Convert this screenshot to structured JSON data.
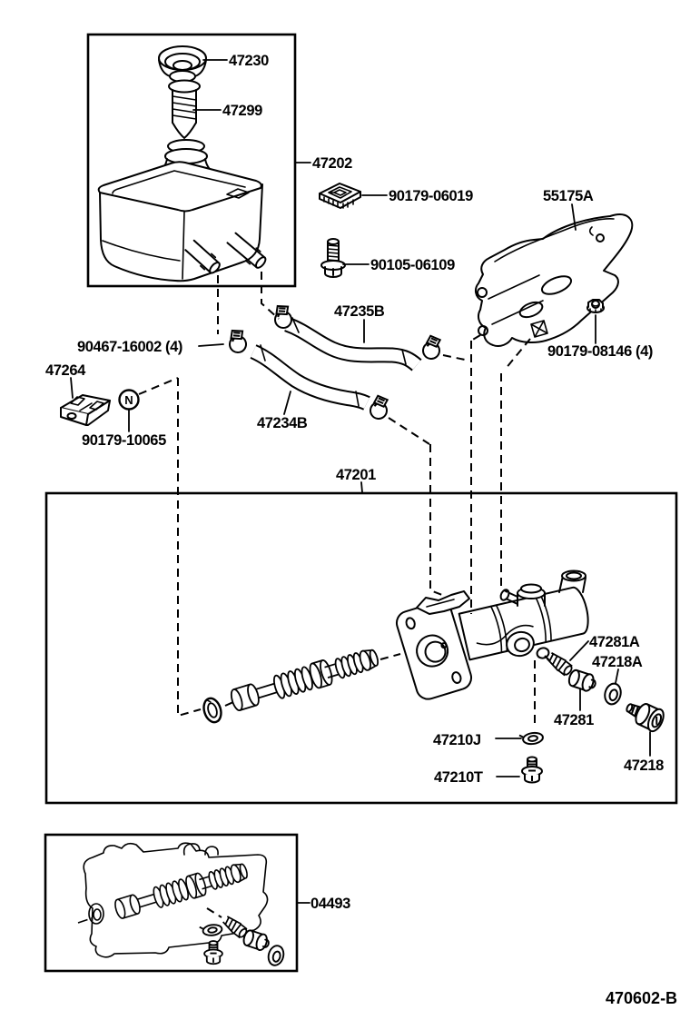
{
  "colors": {
    "ink": "#000000",
    "background": "#ffffff"
  },
  "labels": {
    "cap": "47230",
    "strainer": "47299",
    "reservoir": "47202",
    "grommet_nut": "90179-06019",
    "bracket": "55175A",
    "bracket_bolt": "90105-06109",
    "hose2": "47235B",
    "hose_clamp": "90467-16002 (4)",
    "reservoir_bracket": "47264",
    "bracket_nut": "90179-10065",
    "hose1": "47234B",
    "mount_nut": "90179-08146 (4)",
    "master_cylinder": "47201",
    "bleeder": "47281A",
    "bleeder_gasket": "47218A",
    "plug": "47281",
    "outlet_gasket": "47210J",
    "socket_bolt": "47218",
    "outlet_bolt": "47210T",
    "repair_kit": "04493",
    "nut_symbol": "N",
    "figure_code": "470602-B"
  }
}
